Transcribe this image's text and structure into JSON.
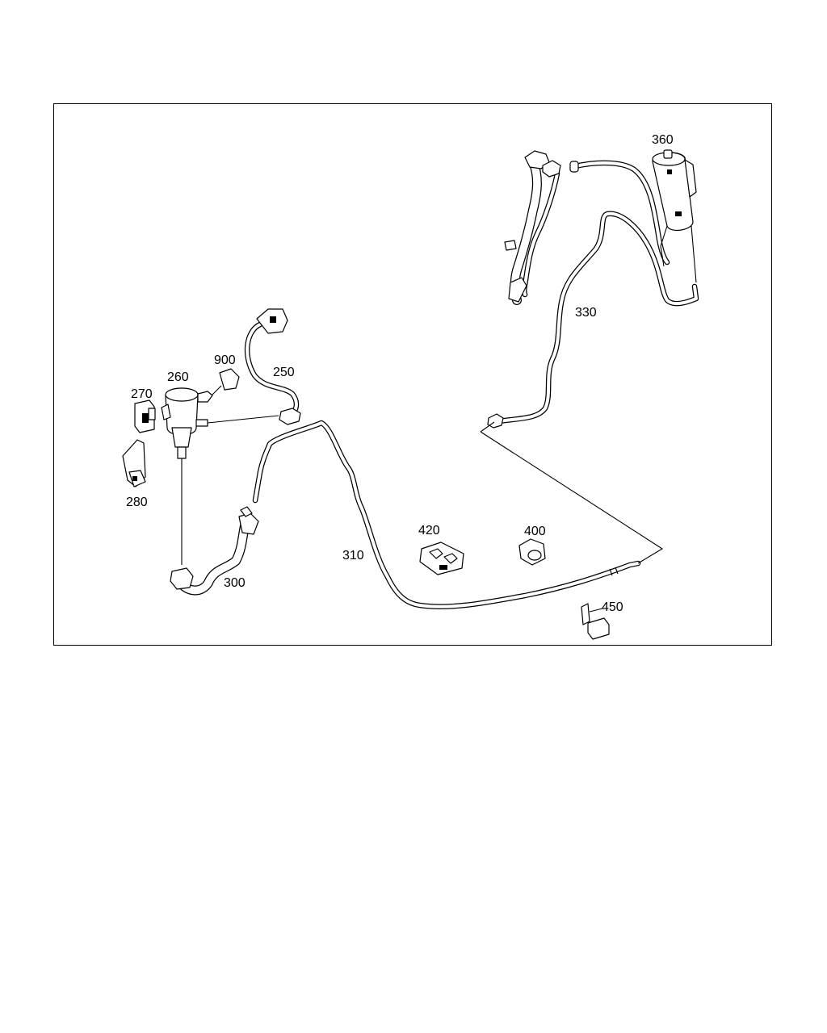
{
  "diagram": {
    "part_labels": {
      "p250": "250",
      "p260": "260",
      "p270": "270",
      "p280": "280",
      "p300": "300",
      "p310": "310",
      "p330": "330",
      "p360": "360",
      "p400": "400",
      "p420": "420",
      "p450": "450",
      "p900": "900"
    }
  }
}
